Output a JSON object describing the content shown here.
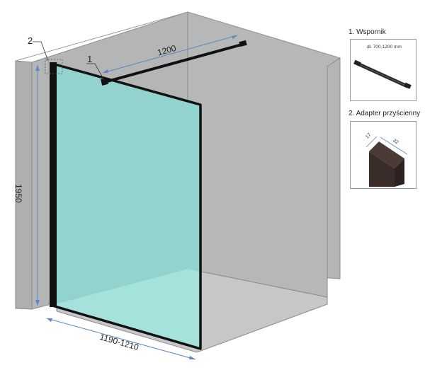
{
  "labels": {
    "callout_1": "1",
    "callout_2": "2",
    "width_top": "1200",
    "height": "1950",
    "width_bottom": "1190-1210"
  },
  "legend": {
    "item1": {
      "title": "1. Wspornik",
      "note": "dł. 700-1200 mm"
    },
    "item2": {
      "title": "2. Adapter przyścienny",
      "dim_a": "17",
      "dim_b": "32"
    }
  },
  "colors": {
    "wall": "#b4b6b5",
    "wall_edge": "#8a8c8b",
    "glass": "#8fd6d0",
    "frame": "#111111",
    "dimension": "#5a86c8"
  }
}
